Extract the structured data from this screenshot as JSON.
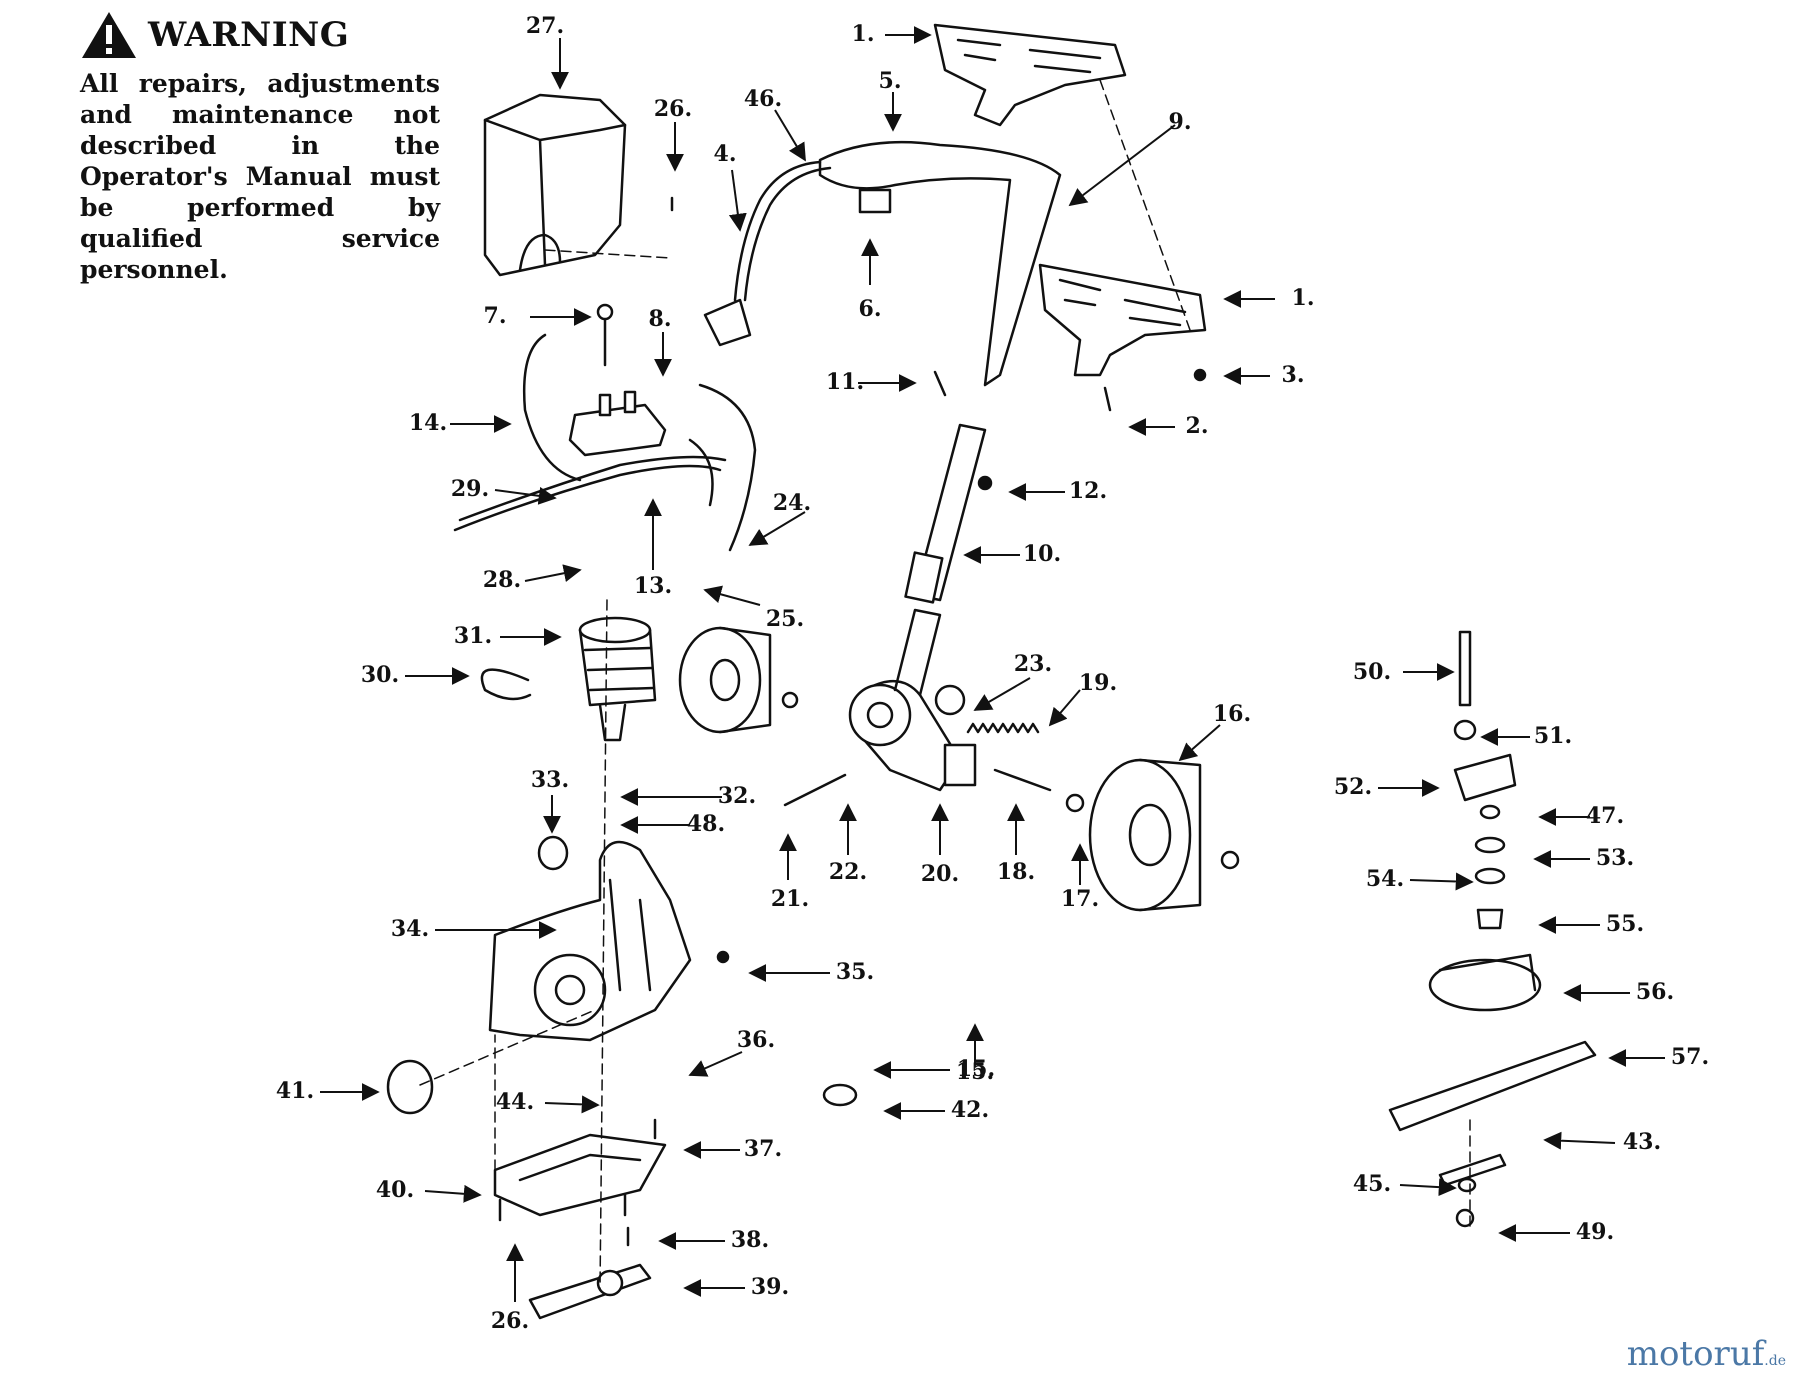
{
  "warning": {
    "title": "WARNING",
    "text": "All repairs, adjustments and maintenance not described in the Operator's Manual must be performed by qualified service personnel."
  },
  "watermark": {
    "text": "motoruf",
    "suffix": ".de"
  },
  "callouts": [
    {
      "n": "27."
    },
    {
      "n": "26."
    },
    {
      "n": "46."
    },
    {
      "n": "4."
    },
    {
      "n": "5."
    },
    {
      "n": "1."
    },
    {
      "n": "9."
    },
    {
      "n": "6."
    },
    {
      "n": "7."
    },
    {
      "n": "8."
    },
    {
      "n": "1."
    },
    {
      "n": "3."
    },
    {
      "n": "11."
    },
    {
      "n": "2."
    },
    {
      "n": "14."
    },
    {
      "n": "29."
    },
    {
      "n": "12."
    },
    {
      "n": "24."
    },
    {
      "n": "10."
    },
    {
      "n": "28."
    },
    {
      "n": "13."
    },
    {
      "n": "25."
    },
    {
      "n": "31."
    },
    {
      "n": "30."
    },
    {
      "n": "23."
    },
    {
      "n": "19."
    },
    {
      "n": "16."
    },
    {
      "n": "50."
    },
    {
      "n": "51."
    },
    {
      "n": "52."
    },
    {
      "n": "33."
    },
    {
      "n": "32."
    },
    {
      "n": "48."
    },
    {
      "n": "22."
    },
    {
      "n": "20."
    },
    {
      "n": "18."
    },
    {
      "n": "21."
    },
    {
      "n": "17."
    },
    {
      "n": "47."
    },
    {
      "n": "53."
    },
    {
      "n": "54."
    },
    {
      "n": "55."
    },
    {
      "n": "34."
    },
    {
      "n": "35."
    },
    {
      "n": "15."
    },
    {
      "n": "56."
    },
    {
      "n": "36."
    },
    {
      "n": "15."
    },
    {
      "n": "57."
    },
    {
      "n": "41."
    },
    {
      "n": "44."
    },
    {
      "n": "42."
    },
    {
      "n": "37."
    },
    {
      "n": "43."
    },
    {
      "n": "40."
    },
    {
      "n": "45."
    },
    {
      "n": "38."
    },
    {
      "n": "49."
    },
    {
      "n": "39."
    },
    {
      "n": "26."
    }
  ]
}
